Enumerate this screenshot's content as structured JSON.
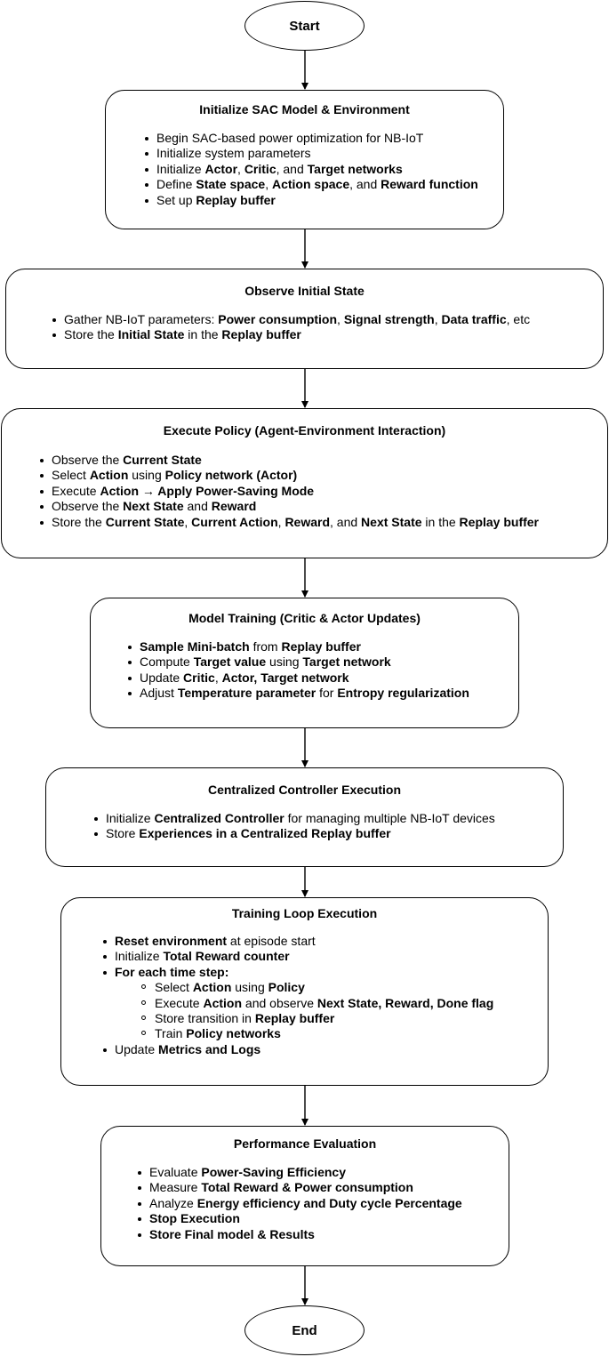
{
  "start": "Start",
  "end": "End",
  "boxes": [
    {
      "title": "Initialize SAC Model & Environment",
      "items": [
        [
          [
            "Begin SAC-based power optimization for NB-IoT",
            false
          ]
        ],
        [
          [
            "Initialize system parameters",
            false
          ]
        ],
        [
          [
            "Initialize ",
            false
          ],
          [
            "Actor",
            true
          ],
          [
            ", ",
            false
          ],
          [
            "Critic",
            true
          ],
          [
            ", and ",
            false
          ],
          [
            "Target networks",
            true
          ]
        ],
        [
          [
            "Define ",
            false
          ],
          [
            "State space",
            true
          ],
          [
            ", ",
            false
          ],
          [
            "Action space",
            true
          ],
          [
            ", and ",
            false
          ],
          [
            "Reward function",
            true
          ]
        ],
        [
          [
            "Set up ",
            false
          ],
          [
            "Replay buffer",
            true
          ]
        ]
      ]
    },
    {
      "title": "Observe Initial State",
      "items": [
        [
          [
            "Gather NB-IoT parameters: ",
            false
          ],
          [
            "Power consumption",
            true
          ],
          [
            ", ",
            false
          ],
          [
            "Signal strength",
            true
          ],
          [
            ", ",
            false
          ],
          [
            "Data traffic",
            true
          ],
          [
            ", etc",
            false
          ]
        ],
        [
          [
            "Store the ",
            false
          ],
          [
            "Initial State",
            true
          ],
          [
            " in the ",
            false
          ],
          [
            "Replay buffer",
            true
          ]
        ]
      ]
    },
    {
      "title": "Execute Policy (Agent-Environment Interaction)",
      "items": [
        [
          [
            "Observe the ",
            false
          ],
          [
            "Current State",
            true
          ]
        ],
        [
          [
            "Select ",
            false
          ],
          [
            "Action",
            true
          ],
          [
            " using ",
            false
          ],
          [
            "Policy network (Actor)",
            true
          ]
        ],
        [
          [
            "Execute ",
            false
          ],
          [
            "Action → Apply Power-Saving Mode",
            true
          ]
        ],
        [
          [
            "Observe the ",
            false
          ],
          [
            "Next State",
            true
          ],
          [
            " and ",
            false
          ],
          [
            "Reward",
            true
          ]
        ],
        [
          [
            "Store the ",
            false
          ],
          [
            "Current State",
            true
          ],
          [
            ", ",
            false
          ],
          [
            "Current Action",
            true
          ],
          [
            ", ",
            false
          ],
          [
            "Reward",
            true
          ],
          [
            ", and ",
            false
          ],
          [
            "Next State",
            true
          ],
          [
            " in the ",
            false
          ],
          [
            "Replay buffer",
            true
          ]
        ]
      ]
    },
    {
      "title": "Model Training (Critic & Actor Updates)",
      "items": [
        [
          [
            "Sample Mini-batch",
            true
          ],
          [
            " from ",
            false
          ],
          [
            "Replay buffer",
            true
          ]
        ],
        [
          [
            "Compute ",
            false
          ],
          [
            "Target value",
            true
          ],
          [
            " using ",
            false
          ],
          [
            "Target network",
            true
          ]
        ],
        [
          [
            "Update ",
            false
          ],
          [
            "Critic",
            true
          ],
          [
            ", ",
            false
          ],
          [
            "Actor, Target network",
            true
          ]
        ],
        [
          [
            "Adjust ",
            false
          ],
          [
            "Temperature parameter",
            true
          ],
          [
            " for ",
            false
          ],
          [
            "Entropy regularization",
            true
          ]
        ]
      ]
    },
    {
      "title": "Centralized Controller Execution",
      "items": [
        [
          [
            "Initialize ",
            false
          ],
          [
            "Centralized Controller",
            true
          ],
          [
            " for managing multiple NB-IoT devices",
            false
          ]
        ],
        [
          [
            "Store ",
            false
          ],
          [
            "Experiences in a Centralized Replay buffer",
            true
          ]
        ]
      ]
    },
    {
      "title": "Training Loop Execution",
      "items": [
        [
          [
            "Reset environment",
            true
          ],
          [
            " at episode start",
            false
          ]
        ],
        [
          [
            "Initialize ",
            false
          ],
          [
            "Total Reward counter",
            true
          ]
        ],
        [
          [
            "For each time step:",
            true
          ]
        ],
        [
          [
            "Select ",
            false
          ],
          [
            "Action",
            true
          ],
          [
            " using ",
            false
          ],
          [
            "Policy",
            true
          ]
        ],
        [
          [
            "Execute ",
            false
          ],
          [
            "Action",
            true
          ],
          [
            " and observe ",
            false
          ],
          [
            "Next State, Reward, Done flag",
            true
          ]
        ],
        [
          [
            "Store transition in ",
            false
          ],
          [
            "Replay buffer",
            true
          ]
        ],
        [
          [
            "Train ",
            false
          ],
          [
            "Policy networks",
            true
          ]
        ],
        [
          [
            "Update ",
            false
          ],
          [
            "Metrics and Logs",
            true
          ]
        ]
      ]
    },
    {
      "title": "Performance Evaluation",
      "items": [
        [
          [
            "Evaluate ",
            false
          ],
          [
            "Power-Saving Efficiency",
            true
          ]
        ],
        [
          [
            "Measure ",
            false
          ],
          [
            "Total Reward & Power consumption",
            true
          ]
        ],
        [
          [
            "Analyze ",
            false
          ],
          [
            "Energy efficiency and Duty cycle Percentage",
            true
          ]
        ],
        [
          [
            "Stop Execution",
            true
          ]
        ],
        [
          [
            "Store Final model & Results",
            true
          ]
        ]
      ]
    }
  ]
}
